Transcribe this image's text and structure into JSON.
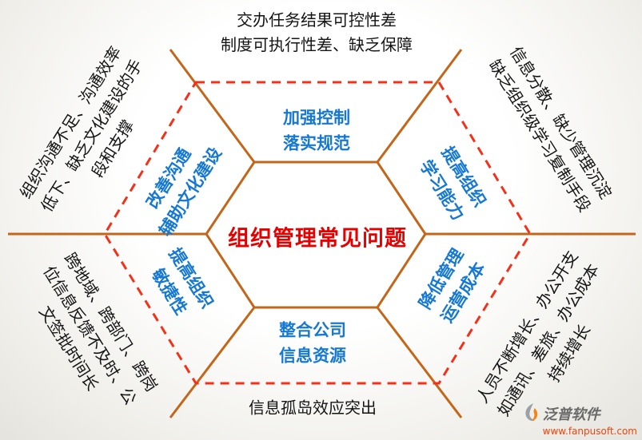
{
  "center": {
    "title": "组织管理常见问题"
  },
  "inner_labels": {
    "top": [
      "加强控制",
      "落实规范"
    ],
    "top_right": [
      "提高组织",
      "学习能力"
    ],
    "bottom_right": [
      "降低管理",
      "运营成本"
    ],
    "bottom": [
      "整合公司",
      "信息资源"
    ],
    "bottom_left": [
      "提高组织",
      "敏捷性"
    ],
    "top_left": [
      "改善沟通",
      "辅助文化建设"
    ]
  },
  "outer_labels": {
    "top": [
      "交办任务结果可控性差",
      "制度可执行性差、缺乏保障"
    ],
    "top_right": [
      "信息分散、缺少管理沉淀",
      "缺乏组织级学习复制手段"
    ],
    "bottom_right": [
      "人员不断增长、办公开支",
      "如通讯、差旅、办公成本",
      "持续增长"
    ],
    "bottom": [
      "信息孤岛效应突出"
    ],
    "bottom_left": [
      "跨地域、跨部门、跨岗",
      "位信息反馈不及时、公",
      "文签批时间长"
    ],
    "top_left": [
      "组织沟通不足、沟通效率",
      "低下、缺乏文化建设的手",
      "段和支撑"
    ]
  },
  "watermark": {
    "brand": "泛普软件",
    "url": "www.fanpusoft.com"
  },
  "colors": {
    "orange_line": "#c4661a",
    "red_dashed": "#f5301a",
    "center_red": "#e60000",
    "blue_label": "#1578d2",
    "black_text": "#141414",
    "wm_gray": "#6a6a6a",
    "wm_orange": "#e8470e"
  }
}
